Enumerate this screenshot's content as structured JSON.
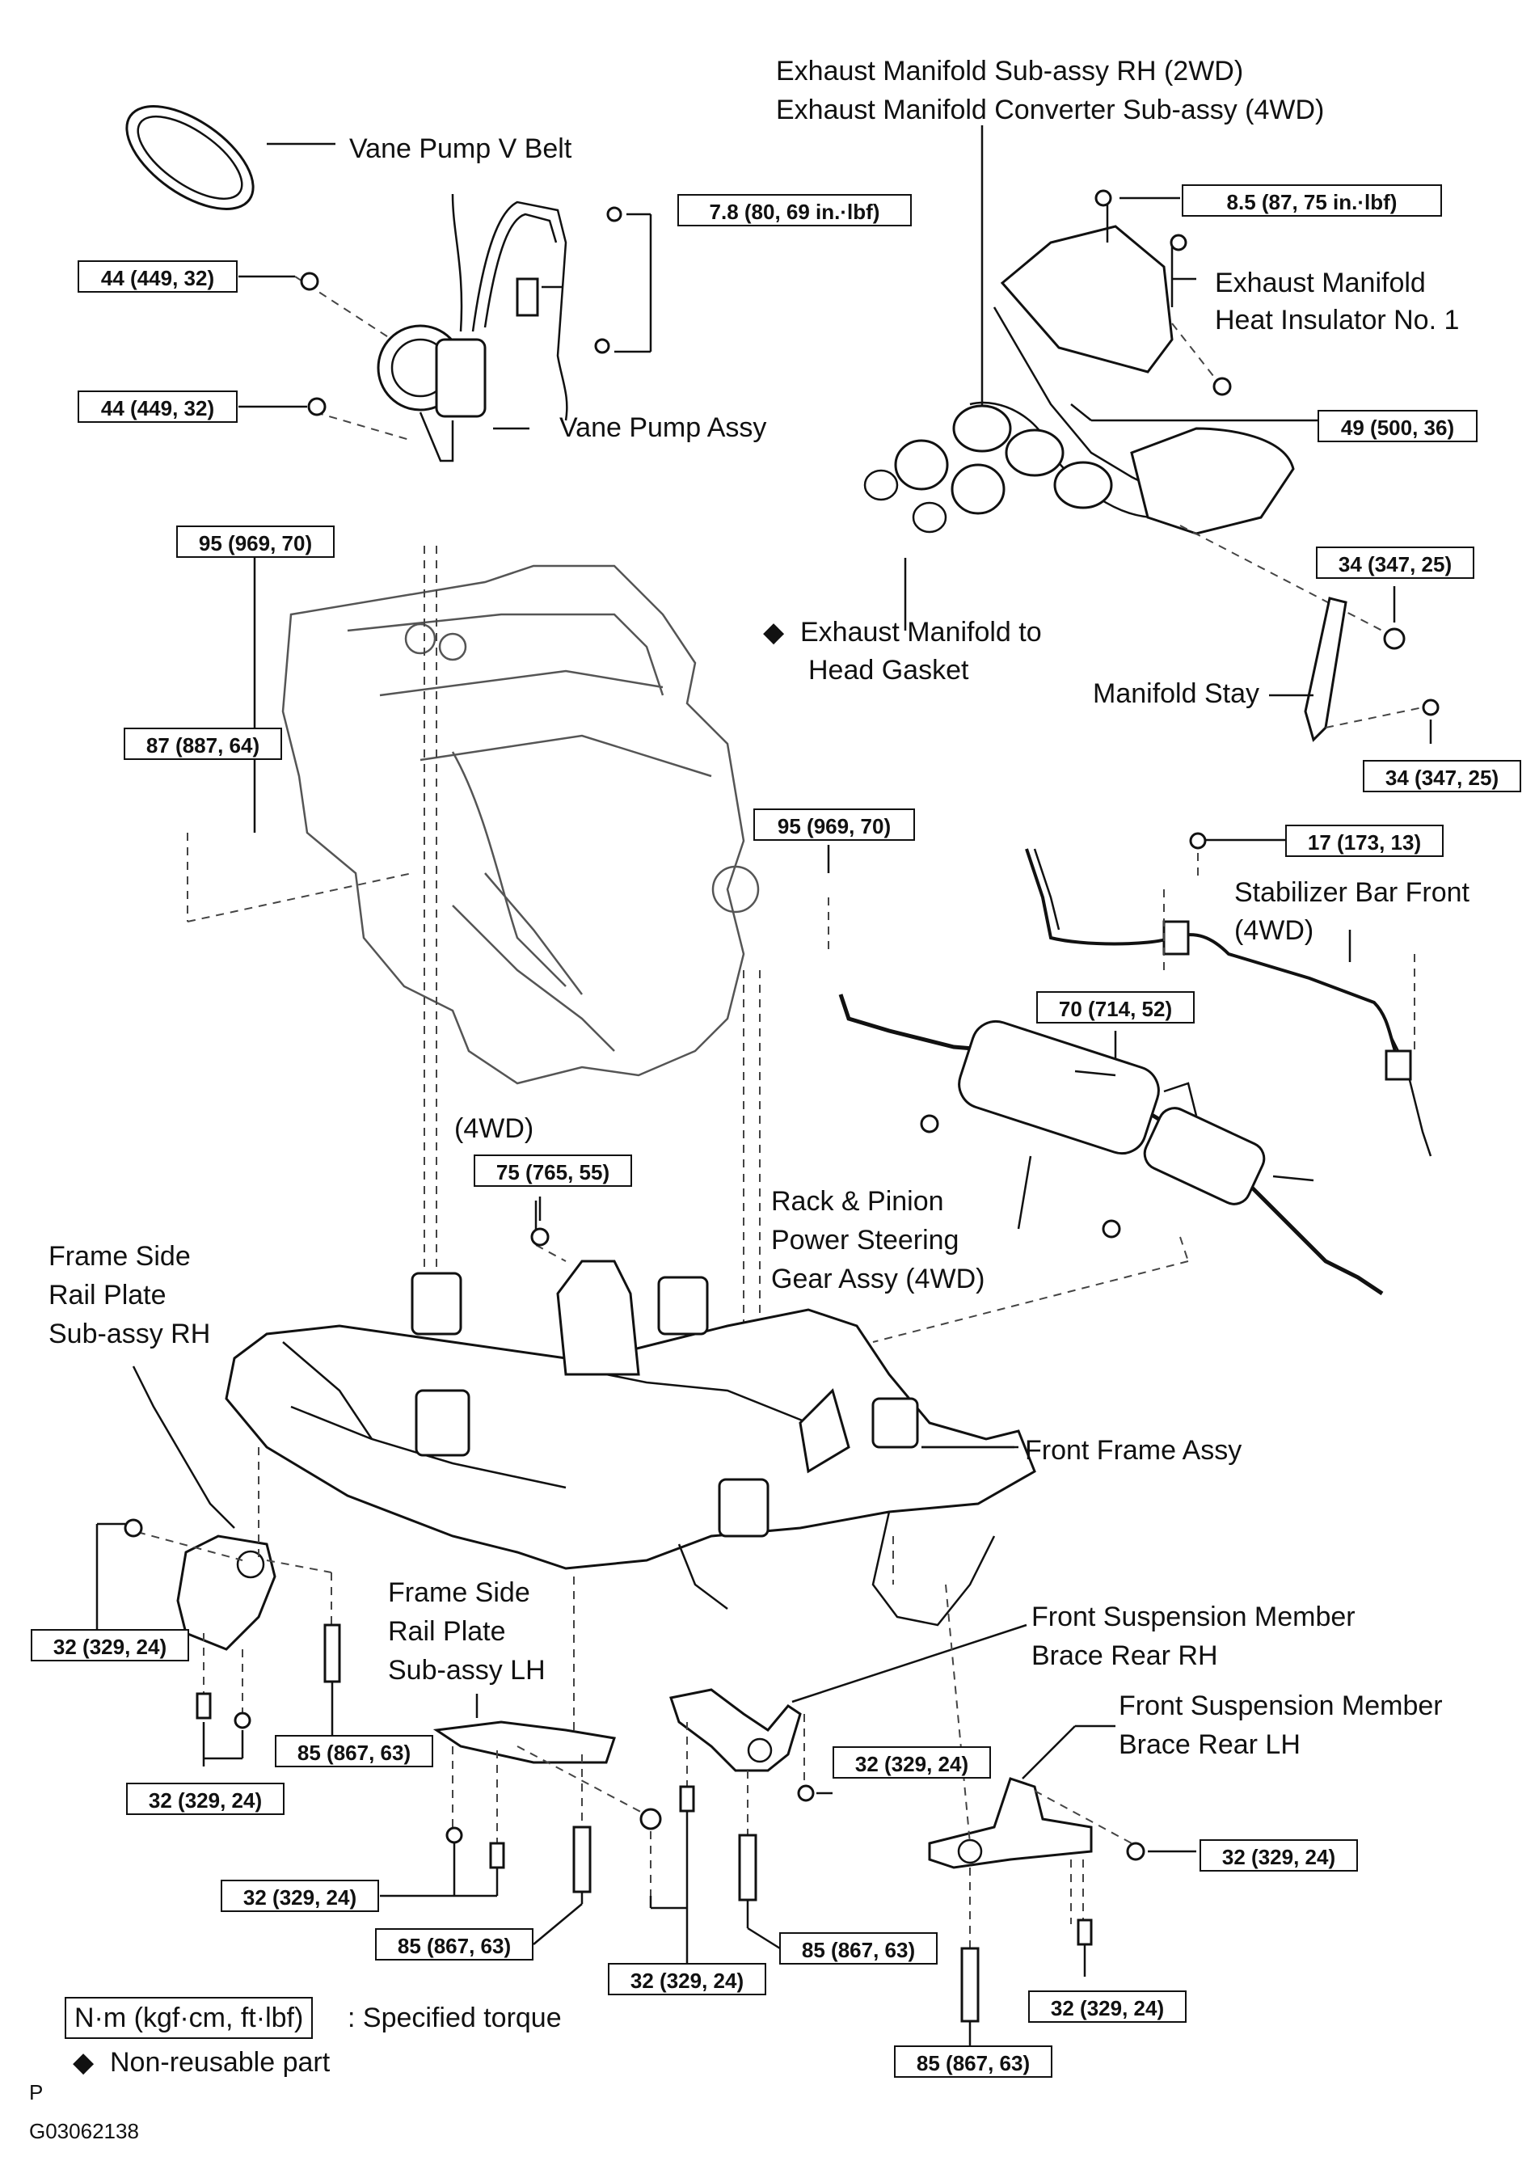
{
  "parts": {
    "vane_pump_v_belt": "Vane Pump V Belt",
    "vane_pump_assy": "Vane Pump Assy",
    "exhaust_manifold_sub_assy_rh": "Exhaust Manifold Sub-assy RH (2WD)",
    "exhaust_manifold_converter": "Exhaust Manifold Converter Sub-assy (4WD)",
    "heat_insulator_line1": "Exhaust Manifold",
    "heat_insulator_line2": "Heat Insulator No. 1",
    "gasket_line1": "Exhaust Manifold to",
    "gasket_line2": "Head Gasket",
    "manifold_stay": "Manifold Stay",
    "stabilizer_line1": "Stabilizer Bar Front",
    "stabilizer_line2": "(4WD)",
    "rack_line1": "Rack & Pinion",
    "rack_line2": "Power Steering",
    "rack_line3": "Gear Assy (4WD)",
    "mount_4wd": "(4WD)",
    "frame_rh_line1": "Frame Side",
    "frame_rh_line2": "Rail Plate",
    "frame_rh_line3": "Sub-assy  RH",
    "front_frame_assy": "Front Frame Assy",
    "frame_lh_line1": "Frame Side",
    "frame_lh_line2": "Rail Plate",
    "frame_lh_line3": "Sub-assy  LH",
    "brace_rh_line1": "Front Suspension Member",
    "brace_rh_line2": "Brace Rear RH",
    "brace_lh_line1": "Front Suspension Member",
    "brace_lh_line2": "Brace Rear LH"
  },
  "torques": {
    "t_78": "7.8 (80, 69 in.·lbf)",
    "t_85": "8.5 (87, 75 in.·lbf)",
    "t_44a": "44 (449, 32)",
    "t_44b": "44 (449, 32)",
    "t_49": "49 (500, 36)",
    "t_95a": "95 (969, 70)",
    "t_34a": "34 (347, 25)",
    "t_34b": "34 (347, 25)",
    "t_87": "87 (887, 64)",
    "t_95b": "95 (969, 70)",
    "t_17": "17 (173, 13)",
    "t_70": "70 (714, 52)",
    "t_75": "75 (765, 55)",
    "t_32a": "32 (329, 24)",
    "t_85a": "85 (867, 63)",
    "t_32b": "32 (329, 24)",
    "t_32c": "32 (329, 24)",
    "t_32d": "32 (329, 24)",
    "t_85b": "85 (867, 63)",
    "t_32e": "32 (329, 24)",
    "t_85c": "85 (867, 63)",
    "t_32f": "32 (329, 24)",
    "t_32g": "32 (329, 24)",
    "t_85d": "85 (867, 63)"
  },
  "legend": {
    "unit_box": "N·m (kgf·cm, ft·lbf)",
    "unit_desc": ": Specified torque",
    "diamond": "◆",
    "nonreusable": "Non-reusable part"
  },
  "footer": {
    "p": "P",
    "code": "G03062138"
  }
}
